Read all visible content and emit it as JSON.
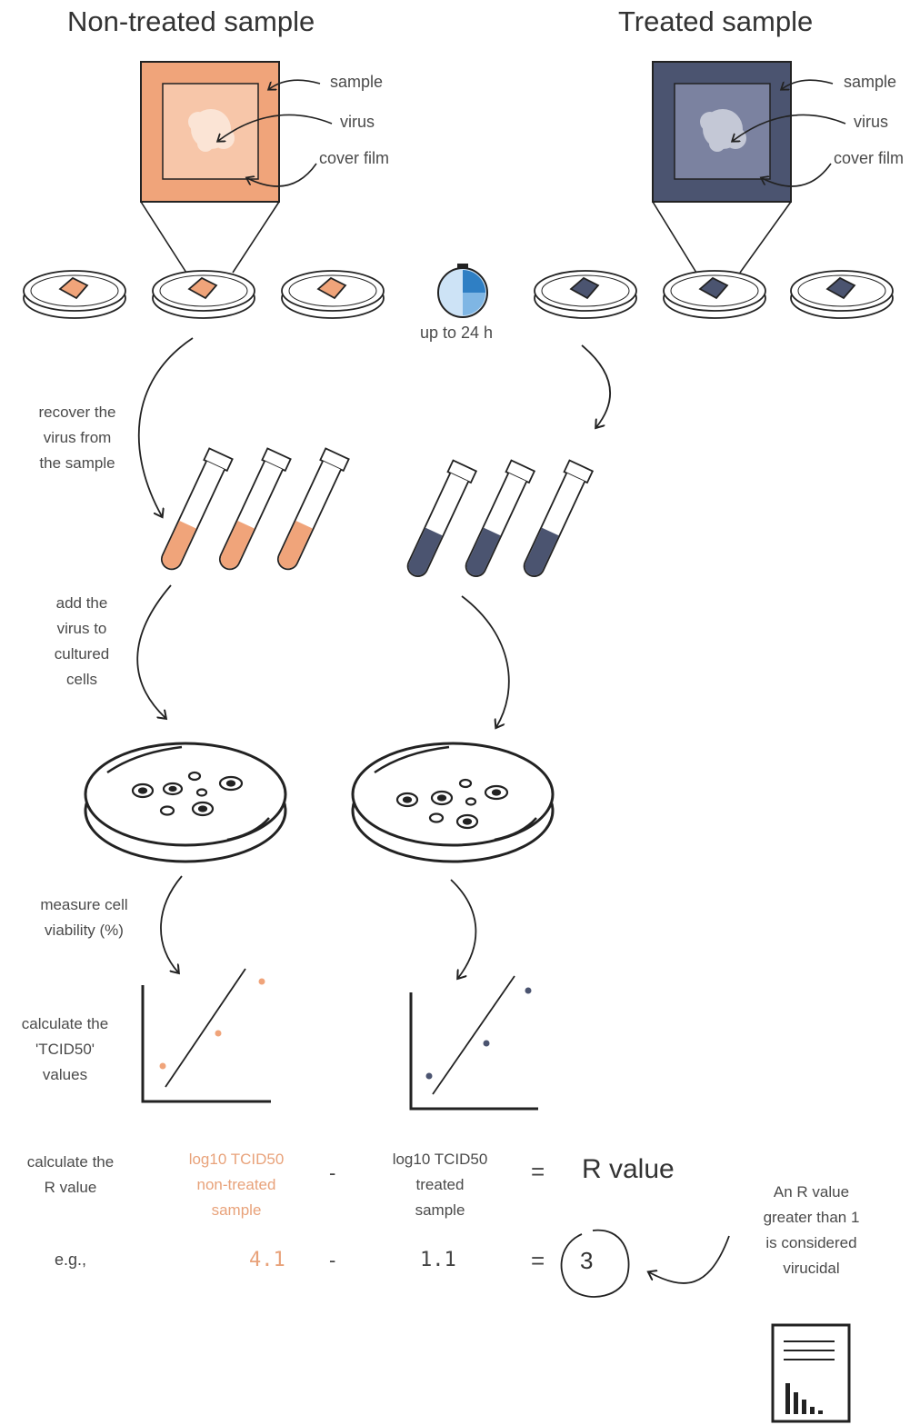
{
  "titles": {
    "non_treated": "Non-treated sample",
    "treated": "Treated sample"
  },
  "callouts": {
    "sample": "sample",
    "virus": "virus",
    "cover_film": "cover film"
  },
  "timer": {
    "label": "up to 24 h",
    "icon": "stopwatch-icon"
  },
  "steps": {
    "recover": [
      "recover the",
      "virus from",
      "the sample"
    ],
    "add_virus": [
      "add the",
      "virus to",
      "cultured",
      "cells"
    ],
    "measure": [
      "measure cell",
      "viability (%)"
    ],
    "tcid50": [
      "calculate the",
      "'TCID50'",
      "values"
    ],
    "r_value": [
      "calculate the",
      "R value"
    ]
  },
  "equation": {
    "term1": [
      "log10 TCID50",
      "non-treated",
      "sample"
    ],
    "minus": "-",
    "term2": [
      "log10 TCID50",
      "treated",
      "sample"
    ],
    "equals": "=",
    "result": "R value"
  },
  "example": {
    "prefix": "e.g.,",
    "value1": "4.1",
    "minus": "-",
    "value2": "1.1",
    "equals": "=",
    "result": "3"
  },
  "note": [
    "An R value",
    "greater than 1",
    "is considered",
    "virucidal"
  ],
  "colors": {
    "orange": "#f0a47a",
    "orange_light": "#f3b897",
    "navy": "#4b5470",
    "navy_light": "#6f7793",
    "line": "#222222",
    "timer_blue": "#7fb6e4"
  }
}
